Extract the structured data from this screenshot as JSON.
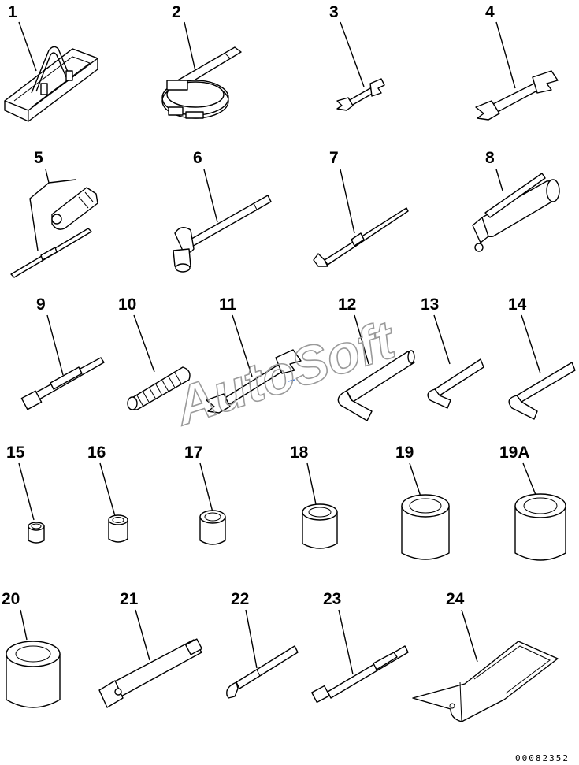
{
  "callouts": [
    {
      "n": "1"
    },
    {
      "n": "2"
    },
    {
      "n": "3"
    },
    {
      "n": "4"
    },
    {
      "n": "5"
    },
    {
      "n": "6"
    },
    {
      "n": "7"
    },
    {
      "n": "8"
    },
    {
      "n": "9"
    },
    {
      "n": "10"
    },
    {
      "n": "11"
    },
    {
      "n": "12"
    },
    {
      "n": "13"
    },
    {
      "n": "14"
    },
    {
      "n": "15"
    },
    {
      "n": "16"
    },
    {
      "n": "17"
    },
    {
      "n": "18"
    },
    {
      "n": "19"
    },
    {
      "n": "19A"
    },
    {
      "n": "20"
    },
    {
      "n": "21"
    },
    {
      "n": "22"
    },
    {
      "n": "23"
    },
    {
      "n": "24"
    }
  ],
  "watermark": "AutoSoft",
  "drawing_number": "00082352"
}
